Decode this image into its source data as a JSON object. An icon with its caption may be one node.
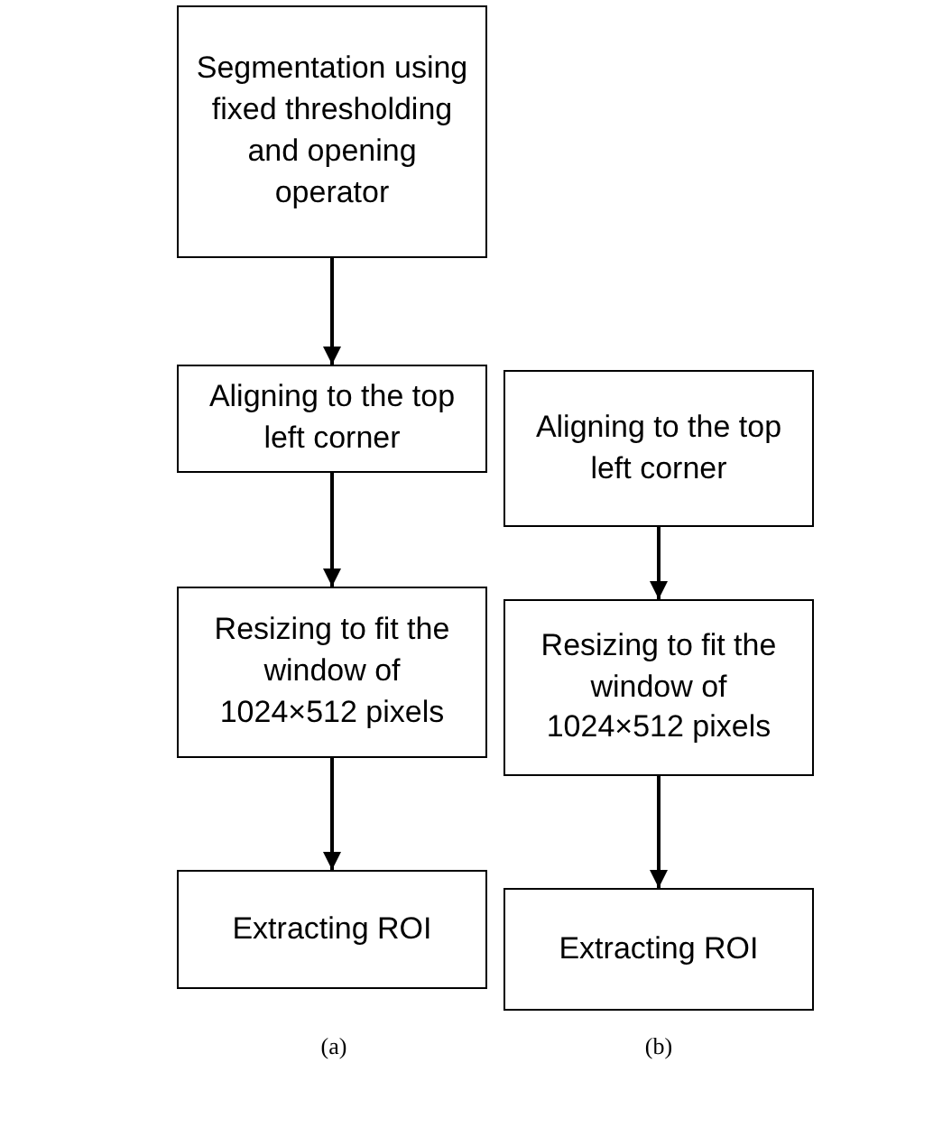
{
  "diagram": {
    "nodes": [
      {
        "text": [
          "Segmentation using fixed thresholding and opening operator"
        ]
      },
      {
        "text": [
          "Aligning to the top left corner"
        ]
      },
      {
        "text": [
          "Resizing to fit the window of 1024×512 pixels"
        ]
      },
      {
        "text": [
          "Extracting ROI"
        ]
      },
      {
        "text": [
          "Aligning to the top left corner"
        ]
      },
      {
        "text": [
          "Resizing to fit the window of 1024×512 pixels"
        ]
      },
      {
        "text": [
          "Extracting ROI"
        ]
      }
    ],
    "edges": [
      {
        "from": 0,
        "to": 1,
        "arrow": "to"
      },
      {
        "from": 1,
        "to": 2,
        "arrow": "to"
      },
      {
        "from": 2,
        "to": 3,
        "arrow": "to"
      },
      {
        "from": 4,
        "to": 5,
        "arrow": "to"
      },
      {
        "from": 5,
        "to": 6,
        "arrow": "to"
      }
    ],
    "labels": [
      "(a)",
      "(b)"
    ]
  }
}
